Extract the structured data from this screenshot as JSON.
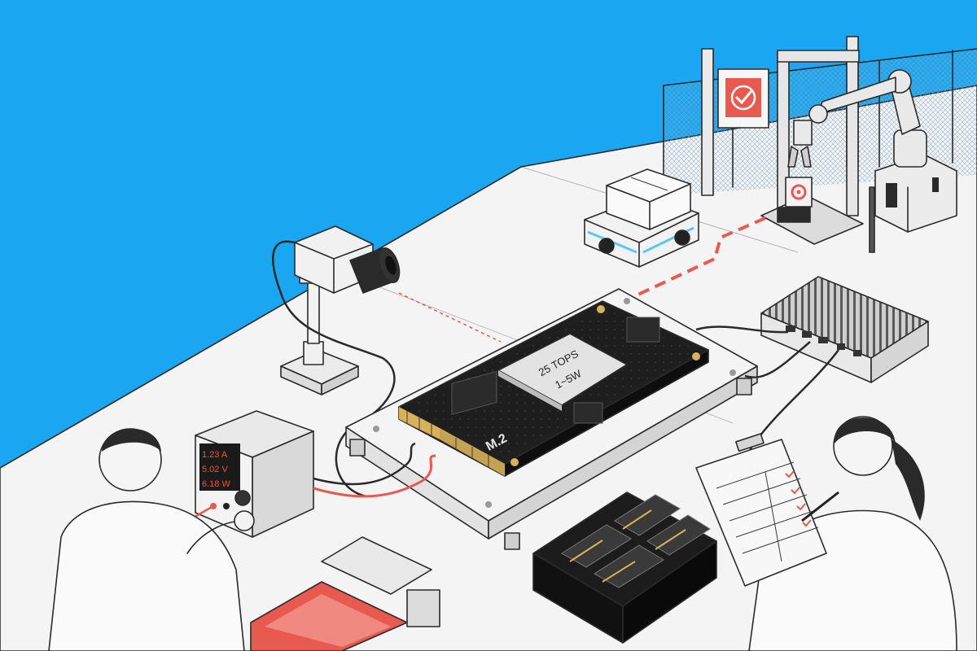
{
  "colors": {
    "sky": "#1aa6f0",
    "accent_red": "#e85a4f",
    "board": "#1f1f1f",
    "gold": "#d8b25a",
    "led": "#ff4a3a",
    "robot_glow": "#5ac8f5"
  },
  "chip": {
    "line1": "25 TOPS",
    "line2": "1~5W"
  },
  "board_label": "M.2",
  "power_supply": {
    "readout_current": "1.23 A",
    "readout_voltage": "5.02 V",
    "readout_power": "6.18 W"
  },
  "icons": [
    "check-icon",
    "target-icon"
  ]
}
